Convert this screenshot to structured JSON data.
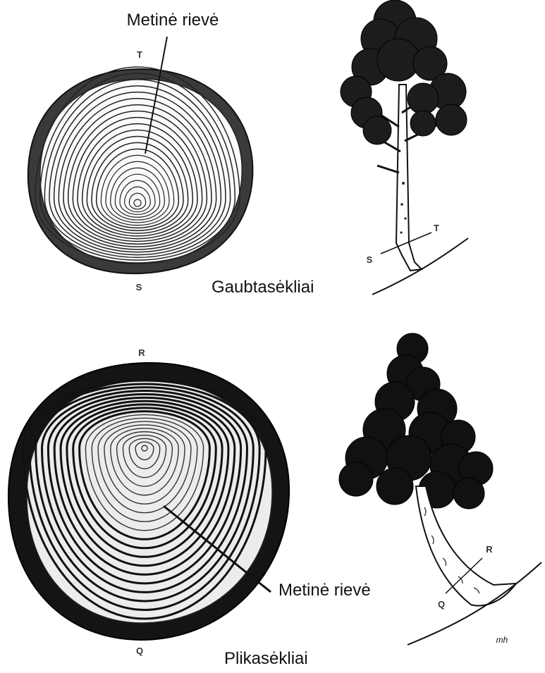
{
  "top_section": {
    "ring_label": "Metinė rievė",
    "top_marker": "T",
    "bottom_marker": "S",
    "caption": "Gaubtasėkliai",
    "tree_marker_left": "S",
    "tree_marker_right": "T"
  },
  "bottom_section": {
    "ring_label": "Metinė rievė",
    "top_marker": "R",
    "bottom_marker": "Q",
    "caption": "Plikasėkliai",
    "tree_marker_left": "Q",
    "tree_marker_right": "R",
    "signature": "mh"
  },
  "colors": {
    "ink": "#1a1a1a",
    "bark": "#2b2b2b",
    "wood_pale": "#e9e9e6"
  }
}
